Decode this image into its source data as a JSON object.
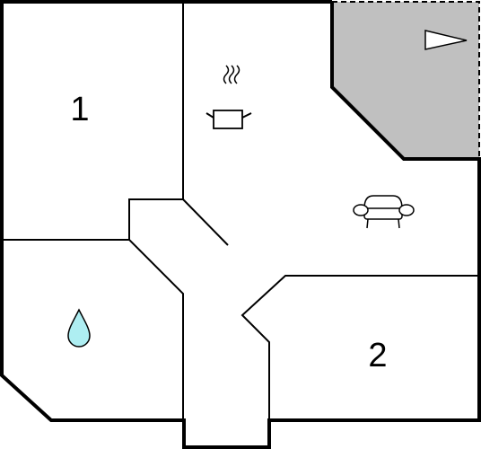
{
  "floorplan": {
    "rooms": [
      {
        "id": "bedroom-1",
        "label": "1"
      },
      {
        "id": "bedroom-2",
        "label": "2"
      }
    ],
    "terrace": {
      "fill_color": "#c0c0c0"
    },
    "icons": {
      "kitchen": "cooking-pot-icon",
      "living": "armchair-icon",
      "bathroom": "water-drop-icon",
      "terrace": "triangle-flag-icon"
    },
    "colors": {
      "wall": "#000000",
      "terrace_fill": "#c0c0c0",
      "water": "#aeeef2",
      "background": "#ffffff"
    }
  }
}
